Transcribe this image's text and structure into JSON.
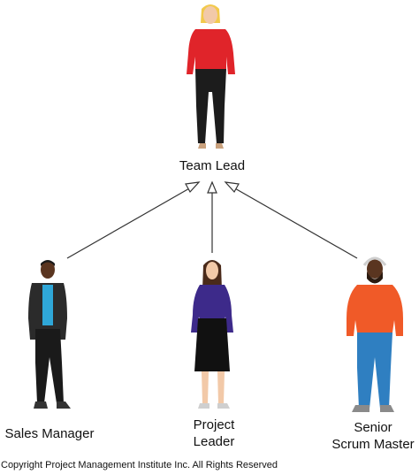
{
  "diagram": {
    "root": {
      "label": "Team Lead"
    },
    "children": [
      {
        "label": "Sales Manager"
      },
      {
        "label_line1": "Project",
        "label_line2": "Leader"
      },
      {
        "label_line1": "Senior",
        "label_line2": "Scrum Master"
      }
    ]
  },
  "colors": {
    "team_lead_top": "#e0242a",
    "team_lead_pants": "#1c1c1c",
    "team_lead_hair": "#f2c94c",
    "sales_jacket": "#2b2b2b",
    "sales_shirt": "#2fa7d8",
    "leader_top": "#3d2a8a",
    "leader_skirt": "#111111",
    "scrum_shirt": "#f05a28",
    "scrum_jeans": "#2f7fc1",
    "skin_light": "#f2c9a8",
    "skin_dark": "#5a3520",
    "arrow": "#333333"
  },
  "footer": {
    "copyright": "Copyright Project Management Institute Inc.  All Rights Reserved"
  }
}
